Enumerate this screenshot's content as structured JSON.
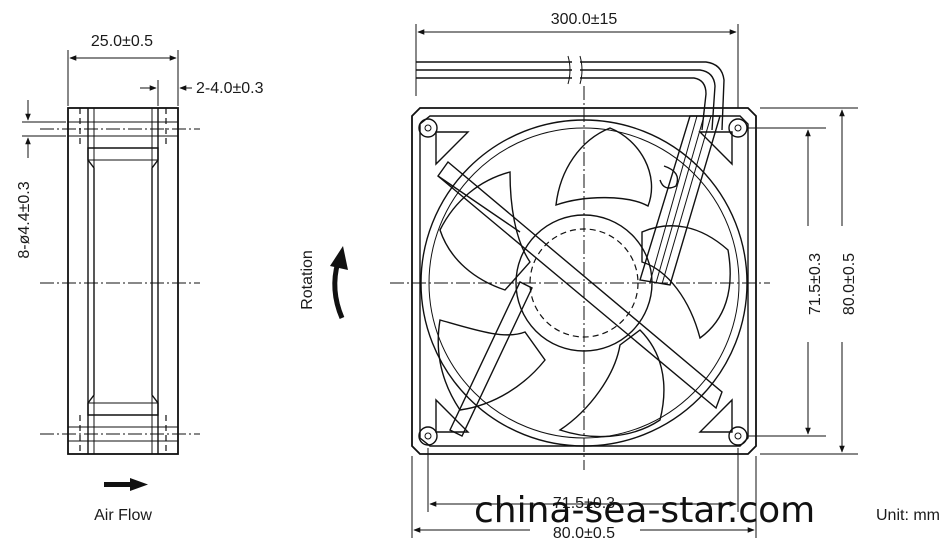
{
  "side_view": {
    "width_dim": "25.0±0.5",
    "gap_dim": "2-4.0±0.3",
    "hole_dim": "8-ø4.4±0.3",
    "airflow_label": "Air Flow"
  },
  "front_view": {
    "cable_length_dim": "300.0±15",
    "rotation_label": "Rotation",
    "hole_spacing_dim_v": "71.5±0.3",
    "overall_dim_v": "80.0±0.5",
    "hole_spacing_dim_h": "71.5±0.3",
    "overall_dim_h": "80.0±0.5",
    "unit_label": "Unit: mm"
  },
  "watermark": "china-sea-star.com"
}
